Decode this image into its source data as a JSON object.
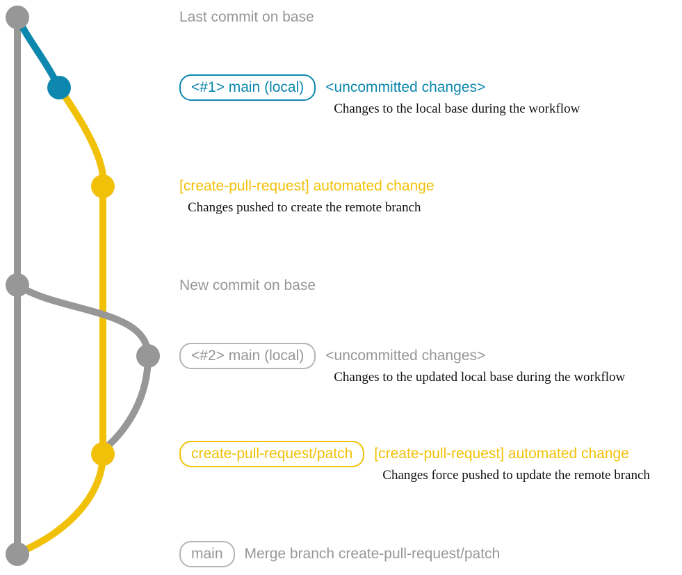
{
  "colors": {
    "base_gray": "#979797",
    "branch_blue": "#0d87ad",
    "branch_yellow": "#f1c109",
    "description_black": "#111111",
    "background": "#ffffff"
  },
  "graph": {
    "branches": [
      {
        "name": "base",
        "color": "#979797"
      },
      {
        "name": "main (local)",
        "color": "#0d87ad"
      },
      {
        "name": "create-pull-request/patch",
        "color": "#f1c109"
      }
    ],
    "commit_count": 7
  },
  "rows": {
    "last_base": {
      "title": "Last commit on base"
    },
    "main_local_1": {
      "badge": "<#1> main (local)",
      "title": "<uncommitted changes>",
      "desc": "Changes to the local base during the workflow"
    },
    "create_pr_1": {
      "title": "[create-pull-request] automated change",
      "desc": "Changes pushed to create the remote branch"
    },
    "new_base": {
      "title": "New commit on base"
    },
    "main_local_2": {
      "badge": "<#2> main (local)",
      "title": "<uncommitted changes>",
      "desc": "Changes to the updated local base during the workflow"
    },
    "create_pr_2": {
      "badge": "create-pull-request/patch",
      "title": "[create-pull-request] automated change",
      "desc": "Changes force pushed to update the remote branch"
    },
    "merge": {
      "badge": "main",
      "title": "Merge branch create-pull-request/patch"
    }
  }
}
